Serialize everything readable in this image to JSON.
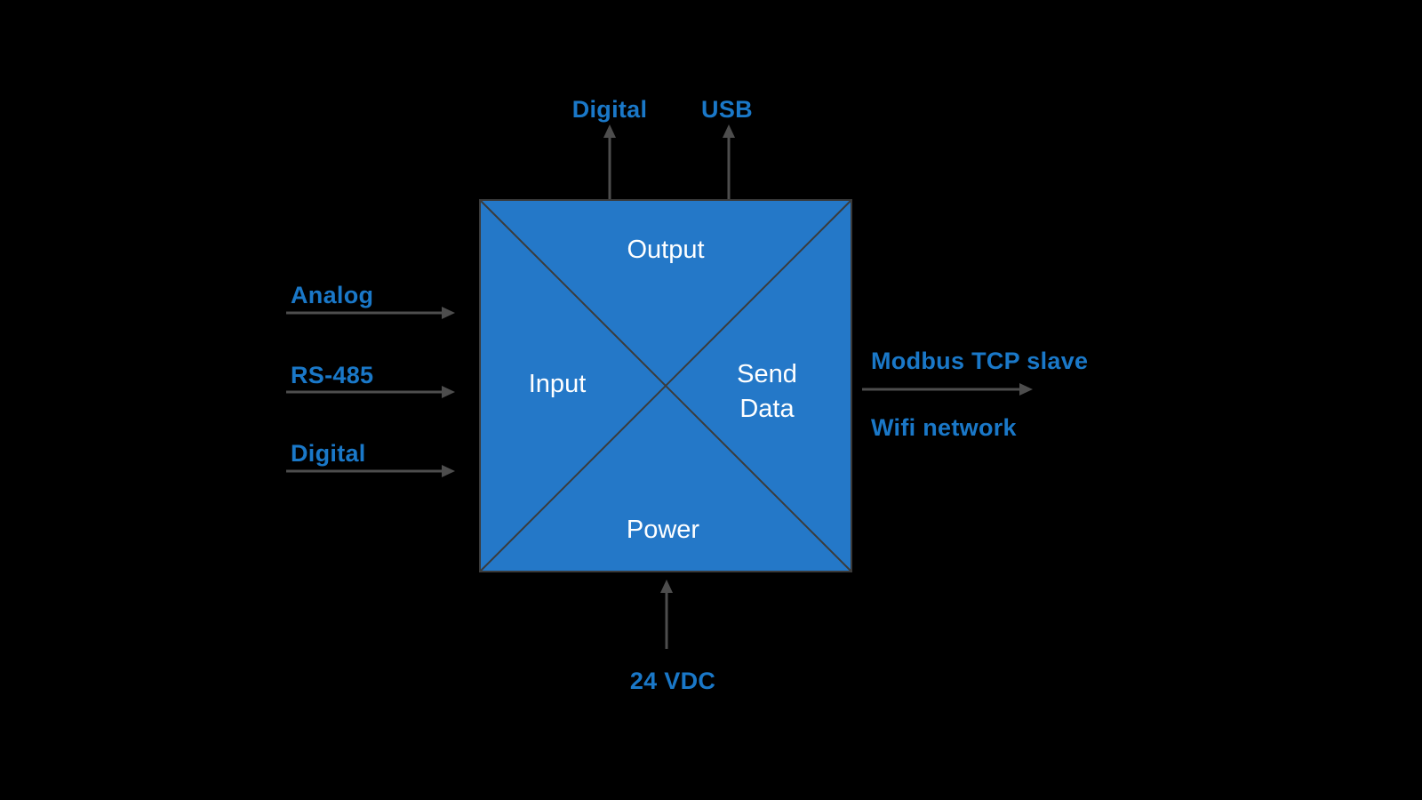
{
  "colors": {
    "background": "#000000",
    "box_fill": "#2478c8",
    "box_stroke": "#3a3a3a",
    "box_text": "#ffffff",
    "label_blue": "#1a78c8",
    "arrow_gray": "#4d4d4d"
  },
  "box": {
    "top_label": "Output",
    "left_label": "Input",
    "right_label_line1": "Send",
    "right_label_line2": "Data",
    "bottom_label": "Power"
  },
  "left_inputs": [
    {
      "label": "Analog"
    },
    {
      "label": "RS-485"
    },
    {
      "label": "Digital"
    }
  ],
  "top_outputs": [
    {
      "label": "Digital"
    },
    {
      "label": "USB"
    }
  ],
  "right_output": {
    "line1": "Modbus TCP slave",
    "line2": "Wifi network"
  },
  "bottom_input": {
    "label": "24 VDC"
  }
}
